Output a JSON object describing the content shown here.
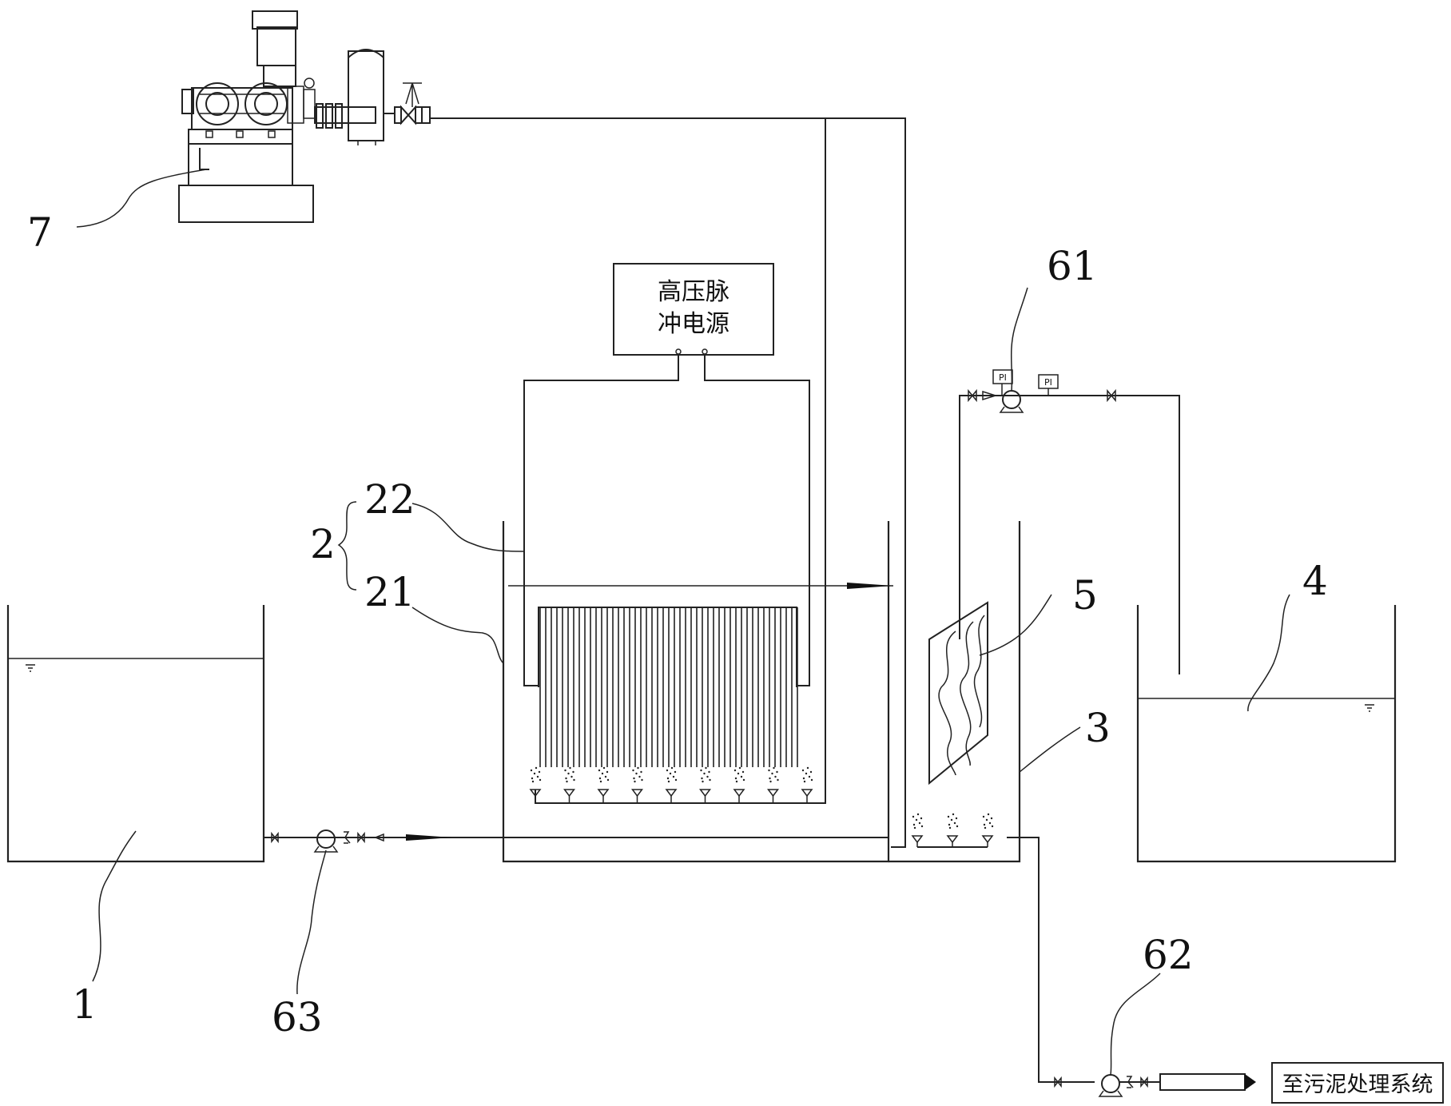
{
  "labels": {
    "n7": "7",
    "n61": "61",
    "n22": "22",
    "n2": "2",
    "n21": "21",
    "n5": "5",
    "n4": "4",
    "n3": "3",
    "n1": "1",
    "n63": "63",
    "n62": "62"
  },
  "power_supply": {
    "line1": "高压脉",
    "line2": "冲电源"
  },
  "gauges": {
    "left": "PI",
    "right": "PI"
  },
  "sludge_system": "至污泥处理系统"
}
